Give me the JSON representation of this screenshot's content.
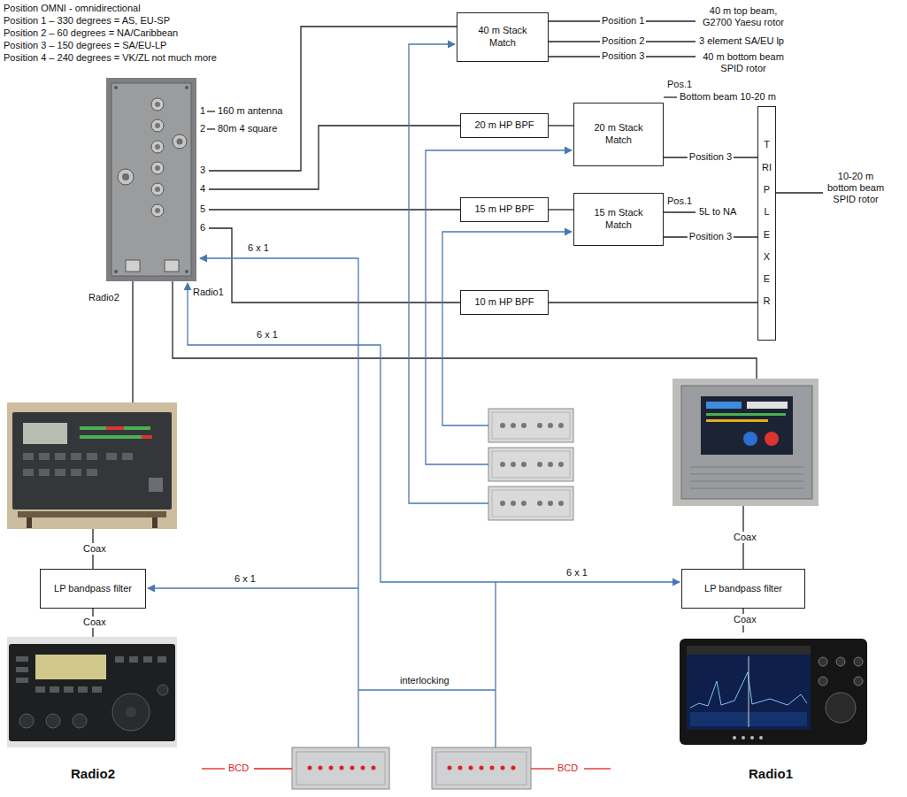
{
  "diagram": {
    "nodes": [
      {
        "text": [
          "40 m Stack Match"
        ]
      },
      {
        "text": [
          "20 m HP BPF"
        ]
      },
      {
        "text": [
          "20 m Stack Match"
        ]
      },
      {
        "text": [
          "15 m HP BPF"
        ]
      },
      {
        "text": [
          "15 m Stack Match"
        ]
      },
      {
        "text": [
          "10 m HP BPF"
        ]
      },
      {
        "text": [
          "TRIPLEXER"
        ]
      },
      {
        "text": [
          "LP bandpass filter"
        ]
      },
      {
        "text": [
          "LP bandpass filter"
        ]
      }
    ],
    "edges": [
      {
        "from": 1,
        "to": 2,
        "arrow": "none"
      },
      {
        "from": 3,
        "to": 4,
        "arrow": "none"
      },
      {
        "from": 2,
        "to": 6,
        "label": "Position 3",
        "arrow": "none"
      },
      {
        "from": 4,
        "to": 6,
        "label": "Position 3",
        "arrow": "none"
      },
      {
        "from": 5,
        "to": 6,
        "arrow": "none"
      }
    ],
    "labels": [
      "Position OMNI - omnidirectional",
      "Position 1 – 330 degrees = AS, EU-SP",
      "Position 2 – 60 degrees = NA/Caribbean",
      "Position 3 – 150 degrees = SA/EU-LP",
      "Position 4 – 240 degrees = VK/ZL not much more",
      "1",
      "160 m antenna",
      "2",
      "80m 4 square",
      "3",
      "4",
      "5",
      "6",
      "Position 1",
      "40 m top beam, G2700 Yaesu rotor",
      "Position 2",
      "3 element SA/EU lp",
      "Position 3",
      "40 m bottom beam SPID rotor",
      "Pos.1",
      "Bottom beam 10-20 m",
      "Pos.1",
      "5L to NA",
      "10-20 m bottom beam SPID rotor",
      "Radio1",
      "Radio2",
      "6 x 1",
      "6 x 1",
      "6 x 1",
      "6 x 1",
      "Coax",
      "Coax",
      "Coax",
      "Coax",
      "interlocking",
      "BCD",
      "BCD",
      "Radio2",
      "Radio1"
    ]
  }
}
